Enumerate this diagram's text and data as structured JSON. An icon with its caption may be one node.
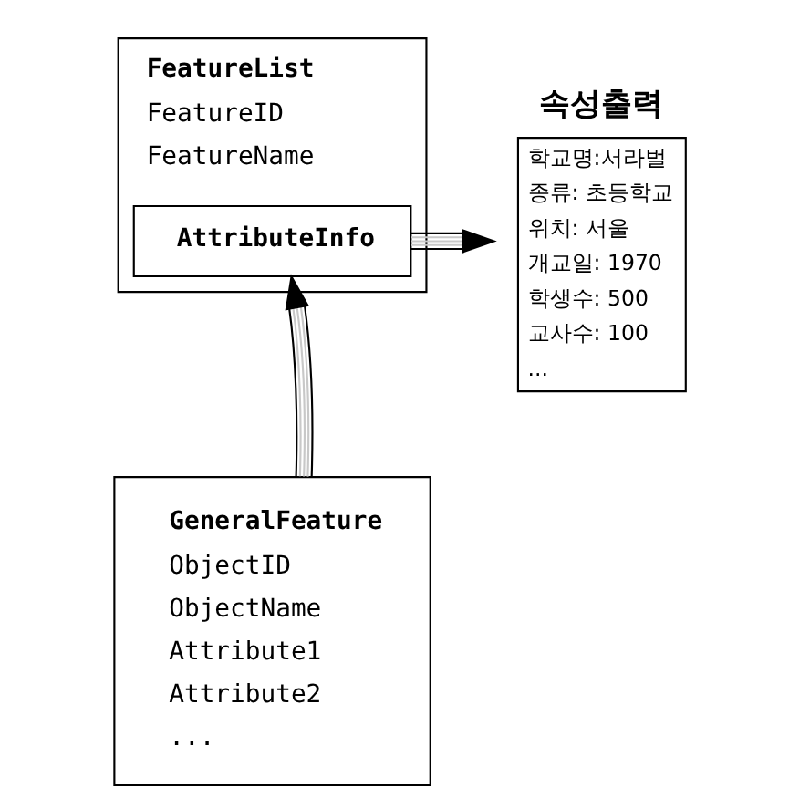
{
  "diagram": {
    "nodes": [
      {
        "text": [
          "FeatureList",
          "FeatureID",
          "FeatureName"
        ]
      },
      {
        "text": [
          "AttributeInfo"
        ],
        "in": 0
      },
      {
        "text": [
          "GeneralFeature",
          "ObjectID",
          "ObjectName",
          "Attribute1",
          "Attribute2",
          "..."
        ]
      },
      {
        "text": [
          "속성출력",
          "학교명:서라벌",
          "종류: 초등학교",
          "위치: 서울",
          "개교일: 1970",
          "학생수: 500",
          "교사수: 100",
          "..."
        ]
      }
    ],
    "edges": [
      {
        "from": 2,
        "to": 1,
        "arrow": "to"
      },
      {
        "from": 1,
        "to": 3,
        "arrow": "to"
      }
    ]
  }
}
